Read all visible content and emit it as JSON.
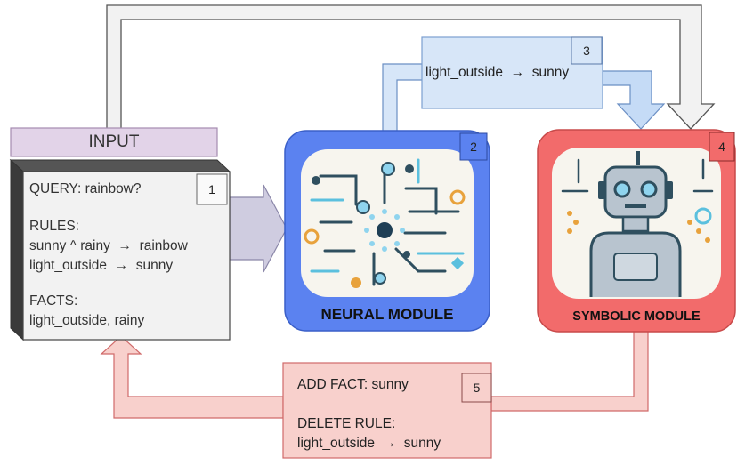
{
  "input": {
    "title": "INPUT",
    "badge": "1",
    "query": "QUERY: rainbow?",
    "rules_label": "RULES:",
    "rule1": "sunny ^ rainy  →  rainbow",
    "rule2": "light_outside  →  sunny",
    "facts_label": "FACTS:",
    "facts": "light_outside, rainy"
  },
  "neural_module": {
    "title": "NEURAL MODULE",
    "badge": "2",
    "color": "#5b82f0"
  },
  "learned_rule": {
    "badge": "3",
    "text": "light_outside  →  sunny",
    "color": "#d7e6f8"
  },
  "symbolic_module": {
    "title": "SYMBOLIC MODULE",
    "badge": "4",
    "color": "#f26b6b"
  },
  "update": {
    "badge": "5",
    "add_fact": "ADD FACT: sunny",
    "delete_rule_label": "DELETE RULE:",
    "delete_rule": "light_outside  →  sunny",
    "color": "#f8d0cc"
  },
  "icons": {
    "neural": "circuit-icon",
    "symbolic": "robot-icon"
  }
}
